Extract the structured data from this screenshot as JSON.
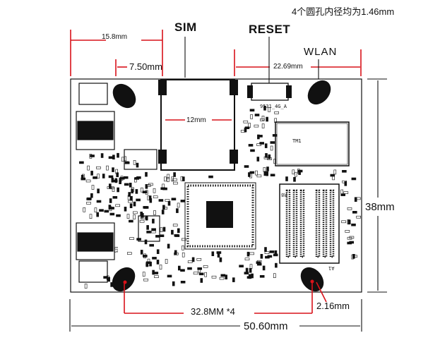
{
  "labels": {
    "note": "4个圆孔内径均为1.46mm",
    "sim": "SIM",
    "reset": "RESET",
    "wlan": "WLAN",
    "dim_15_8": "15.8mm",
    "dim_7_50": "7.50mm",
    "dim_22_69": "22.69mm",
    "dim_12": "12mm",
    "dim_38": "38mm",
    "dim_32_8": "32.8MM *4",
    "dim_2_16": "2.16mm",
    "dim_50_60": "50.60mm"
  },
  "silkscreen": {
    "chip_code": "9531_4G_A",
    "tm": "TM1",
    "r8": "R8",
    "a1": "A1",
    "u3": "U3"
  },
  "colors": {
    "dimension_red": "#d9121a",
    "board_black": "#111111",
    "background": "#ffffff"
  }
}
